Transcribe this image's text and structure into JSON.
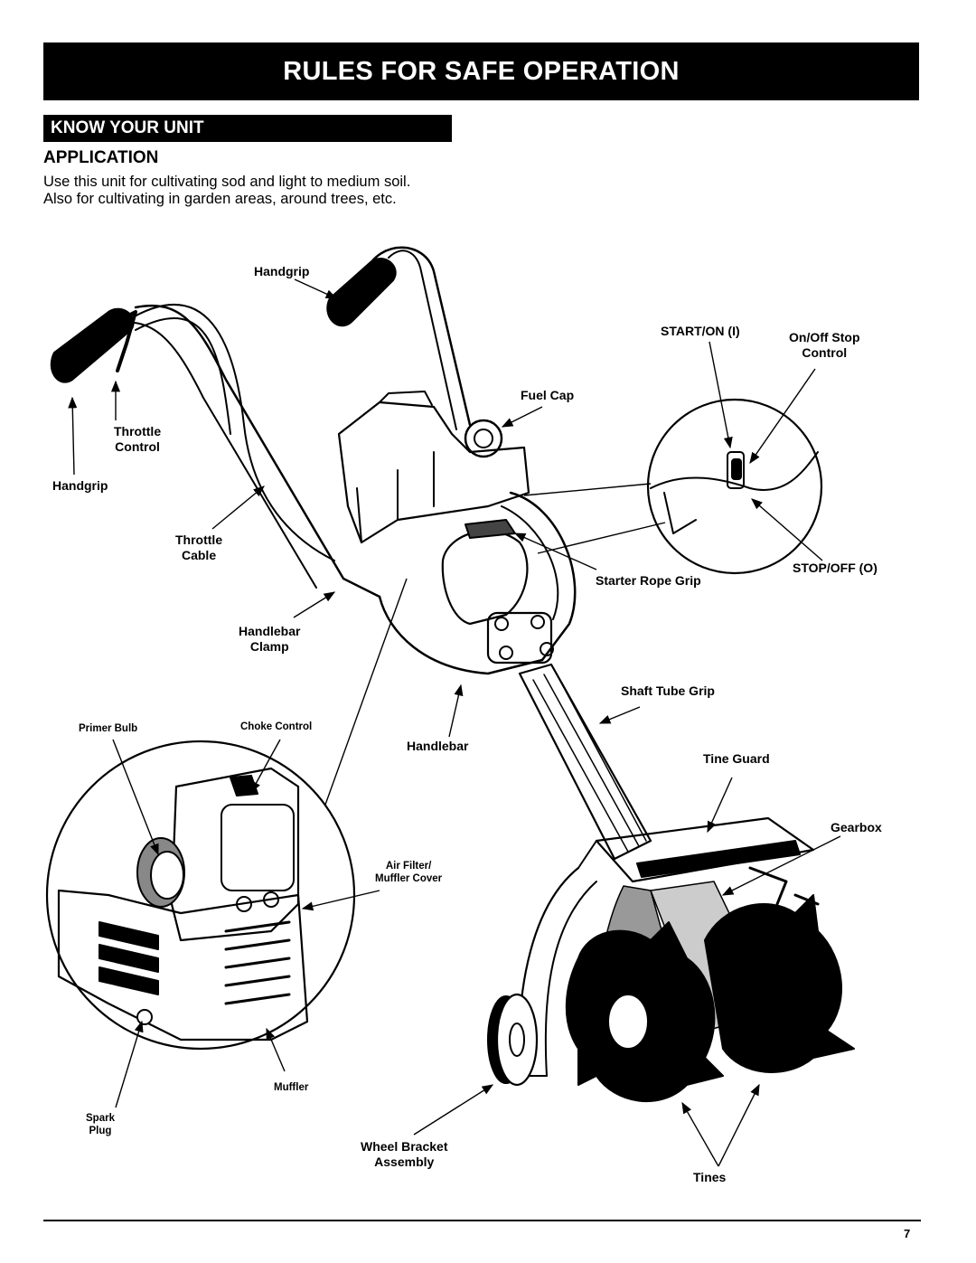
{
  "page": {
    "banner_title": "RULES FOR SAFE OPERATION",
    "section_title": "KNOW YOUR UNIT",
    "subsection_title": "APPLICATION",
    "body_lines": [
      "Use this unit for cultivating sod and light to medium soil.",
      "Also for cultivating in garden areas, around trees, etc."
    ],
    "page_number": "7"
  },
  "labels": {
    "handgrip_top": "Handgrip",
    "throttle_control": [
      "Throttle",
      "Control"
    ],
    "handgrip_left": "Handgrip",
    "throttle_cable": [
      "Throttle",
      "Cable"
    ],
    "handlebar_clamp": [
      "Handlebar",
      "Clamp"
    ],
    "fuel_cap": "Fuel Cap",
    "start_on": "START/ON (I)",
    "on_off_stop": [
      "On/Off Stop",
      "Control"
    ],
    "stop_off": "STOP/OFF (O)",
    "starter_rope_grip": "Starter Rope Grip",
    "shaft_tube_grip": "Shaft Tube Grip",
    "handlebar": "Handlebar",
    "tine_guard": "Tine Guard",
    "gearbox": "Gearbox",
    "primer_bulb": "Primer Bulb",
    "choke_control": "Choke Control",
    "air_filter": [
      "Air Filter/",
      "Muffler Cover"
    ],
    "muffler": "Muffler",
    "spark_plug": [
      "Spark",
      "Plug"
    ],
    "wheel_bracket": [
      "Wheel Bracket",
      "Assembly"
    ],
    "tines": "Tines"
  }
}
